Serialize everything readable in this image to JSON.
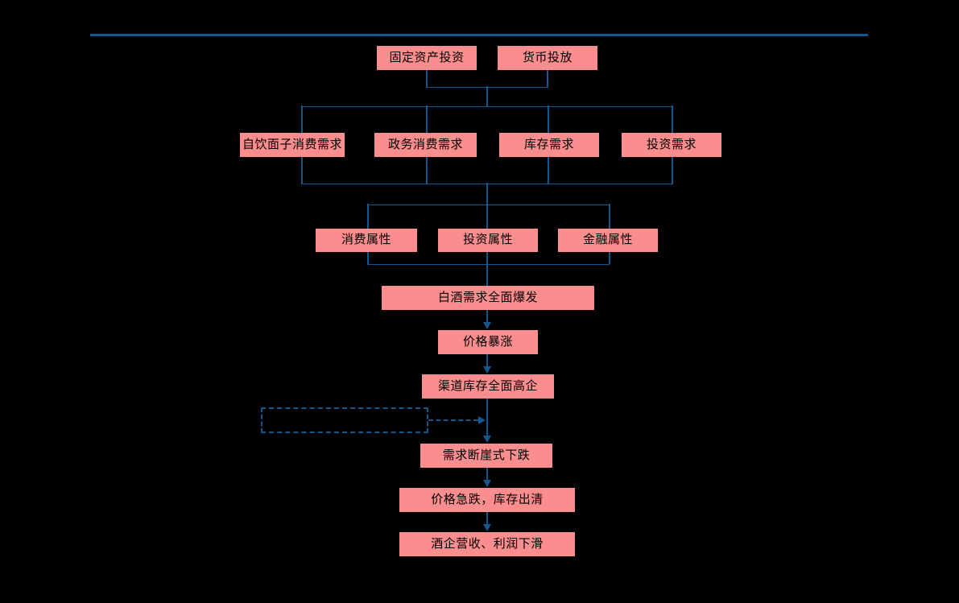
{
  "diagram": {
    "title_rule_color": "#15578C",
    "node_fill_color": "#FA8D8D",
    "connector_color": "#15578C",
    "nodes": [
      {
        "id": "fixed-asset-investment",
        "label": "固定资产投资"
      },
      {
        "id": "money-supply",
        "label": "货币投放"
      },
      {
        "id": "self-drinking-face-consumption-demand",
        "label": "自饮面子消费需求"
      },
      {
        "id": "government-consumption-demand",
        "label": "政务消费需求"
      },
      {
        "id": "inventory-demand",
        "label": "库存需求"
      },
      {
        "id": "investment-demand",
        "label": "投资需求"
      },
      {
        "id": "consumption-attribute",
        "label": "消费属性"
      },
      {
        "id": "investment-attribute",
        "label": "投资属性"
      },
      {
        "id": "financial-attribute",
        "label": "金融属性"
      },
      {
        "id": "baijiu-demand-full-explosion",
        "label": "白酒需求全面爆发"
      },
      {
        "id": "price-surge",
        "label": "价格暴涨"
      },
      {
        "id": "channel-inventory-high",
        "label": "渠道库存全面高企"
      },
      {
        "id": "demand-cliff-drop",
        "label": "需求断崖式下跌"
      },
      {
        "id": "price-plunge-inventory-clear",
        "label": "价格急跌，库存出清"
      },
      {
        "id": "liquor-revenue-profit-decline",
        "label": "酒企营收、利润下滑"
      }
    ],
    "feedback_loop": {
      "id": "feedback-dashed-loop",
      "label": "",
      "style": "dash-dot"
    }
  }
}
